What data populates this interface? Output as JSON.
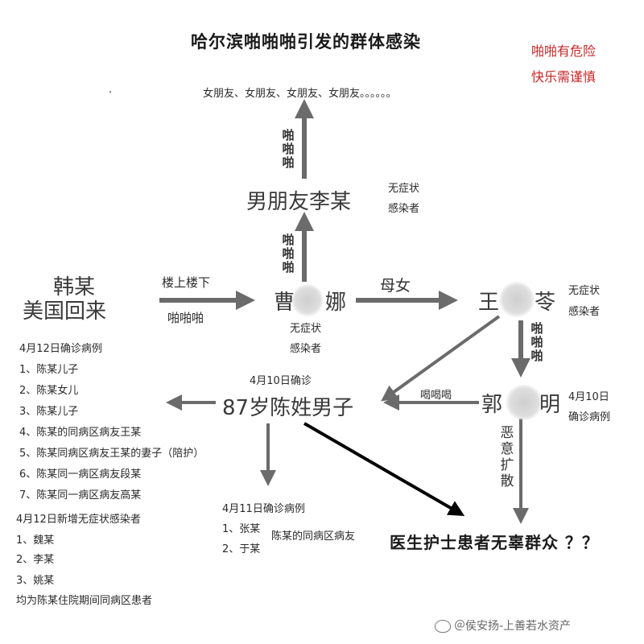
{
  "title": "哈尔滨啪啪啪引发的群体感染",
  "warning": [
    "啪啪有危险",
    "快乐需谨慎"
  ],
  "top_chain": "女朋友、女朋友、女朋友、女朋友。。。。。。",
  "dot": ".",
  "nodes": {
    "boyfriend": "男朋友李某",
    "boyfriend_status": [
      "无症状",
      "感染者"
    ],
    "han": [
      "韩某",
      "美国回来"
    ],
    "cao_left": "曹",
    "cao_right": "娜",
    "cao_status": [
      "无症状",
      "感染者"
    ],
    "wang_left": "王",
    "wang_right": "苓",
    "wang_status": [
      "无症状",
      "感染者"
    ],
    "chen_date": "4月10日确诊",
    "chen": "87岁陈姓男子",
    "guo_left": "郭",
    "guo_right": "明",
    "guo_status": [
      "4月10日",
      "确诊病例"
    ],
    "final": "医生护士患者无辜群众 ？？"
  },
  "edge_labels": {
    "papapa_top": "啪啪啪",
    "papapa_mid": "啪啪啪",
    "upstairs": "楼上楼下",
    "papapa_han": "啪啪啪",
    "mother_daughter": "母女",
    "papapa_wang": "啪啪啪",
    "drink": "喝喝喝",
    "spread": "恶意扩散"
  },
  "left_list": {
    "header": "4月12日确诊病例",
    "items": [
      "1、陈某儿子",
      "2、陈某女儿",
      "3、陈某儿子",
      "4、陈某的同病区病友王某",
      "5、陈某同病区病友王某的妻子（陪护）",
      "6、陈某同一病区病友段某",
      "7、陈某同一病区病友高某"
    ],
    "header2": "4月12日新增无症状感染者",
    "items2": [
      "1、魏某",
      "2、李某",
      "3、姚某"
    ],
    "footer": "均为陈某住院期间同病区患者"
  },
  "bottom_list": {
    "header": "4月11日确诊病例",
    "items": [
      "1、张某",
      "2、于某"
    ],
    "note": "陈某的同病区病友"
  },
  "watermark": "＠侯安扬-上善若水资产"
}
